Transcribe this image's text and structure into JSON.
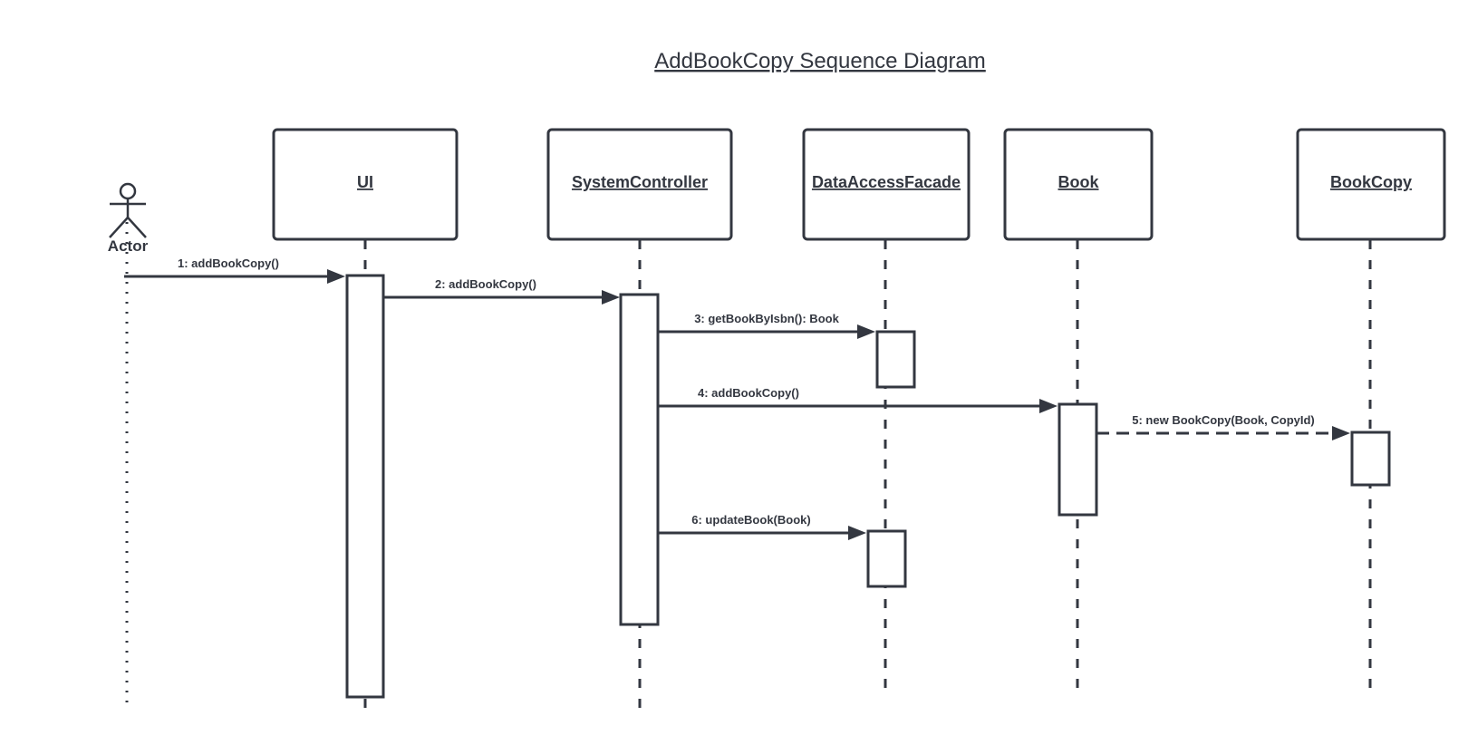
{
  "title": "AddBookCopy Sequence Diagram",
  "actor": {
    "label": "Actor"
  },
  "participants": [
    {
      "id": "ui",
      "label": "UI"
    },
    {
      "id": "system-controller",
      "label": "SystemController"
    },
    {
      "id": "data-access-facade",
      "label": "DataAccessFacade"
    },
    {
      "id": "book",
      "label": "Book"
    },
    {
      "id": "book-copy",
      "label": "BookCopy"
    }
  ],
  "messages": [
    {
      "label": "1: addBookCopy()",
      "from": "actor",
      "to": "ui",
      "style": "solid"
    },
    {
      "label": "2: addBookCopy()",
      "from": "ui",
      "to": "system-controller",
      "style": "solid"
    },
    {
      "label": "3: getBookByIsbn(): Book",
      "from": "system-controller",
      "to": "data-access-facade",
      "style": "solid"
    },
    {
      "label": "4: addBookCopy()",
      "from": "system-controller",
      "to": "book",
      "style": "solid"
    },
    {
      "label": "5: new BookCopy(Book, CopyId)",
      "from": "book",
      "to": "book-copy",
      "style": "dashed"
    },
    {
      "label": "6: updateBook(Book)",
      "from": "system-controller",
      "to": "data-access-facade",
      "style": "solid"
    }
  ],
  "colors": {
    "stroke": "#333740",
    "background": "#ffffff"
  }
}
